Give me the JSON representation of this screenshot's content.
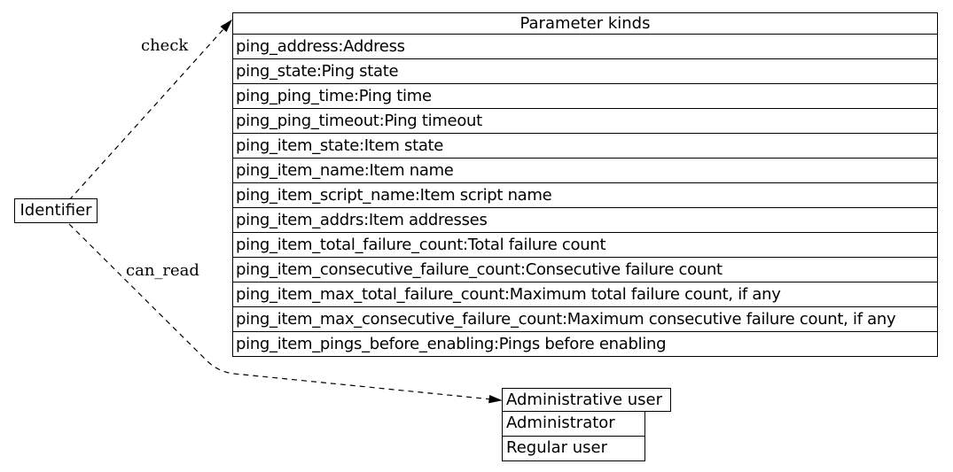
{
  "diagram": {
    "colors": {
      "foreground": "#000000",
      "background": "#ffffff"
    },
    "identifier_node": {
      "label": "Identifier"
    },
    "edges": [
      {
        "label": "check"
      },
      {
        "label": "can_read"
      }
    ],
    "parameter_table": {
      "title": "Parameter kinds",
      "rows": [
        "ping_address:Address",
        "ping_state:Ping state",
        "ping_ping_time:Ping time",
        "ping_ping_timeout:Ping timeout",
        "ping_item_state:Item state",
        "ping_item_name:Item name",
        "ping_item_script_name:Item script name",
        "ping_item_addrs:Item addresses",
        "ping_item_total_failure_count:Total failure count",
        "ping_item_consecutive_failure_count:Consecutive failure count",
        "ping_item_max_total_failure_count:Maximum total failure count, if any",
        "ping_item_max_consecutive_failure_count:Maximum consecutive failure count, if any",
        "ping_item_pings_before_enabling:Pings before enabling"
      ]
    },
    "user_table": {
      "title": "Administrative user",
      "rows": [
        "Administrator",
        "Regular user"
      ]
    }
  }
}
